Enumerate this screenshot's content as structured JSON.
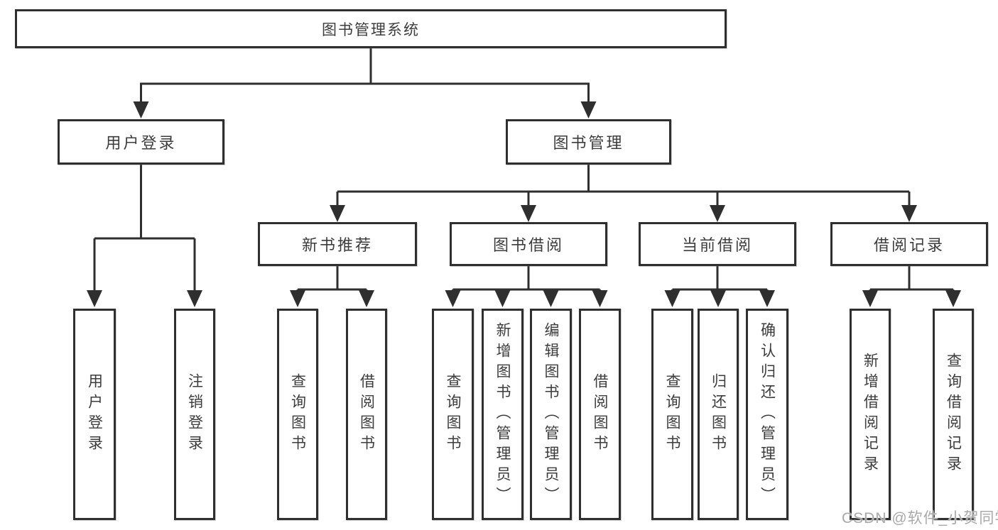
{
  "diagram": {
    "type": "tree",
    "title_node": "图书管理系统",
    "root": {
      "label": "图书管理系统"
    },
    "level2": [
      {
        "label": "用户登录",
        "parent": "图书管理系统"
      },
      {
        "label": "图书管理",
        "parent": "图书管理系统"
      }
    ],
    "level3": [
      {
        "label": "新书推荐",
        "parent": "图书管理"
      },
      {
        "label": "图书借阅",
        "parent": "图书管理"
      },
      {
        "label": "当前借阅",
        "parent": "图书管理"
      },
      {
        "label": "借阅记录",
        "parent": "图书管理"
      }
    ],
    "leaves": [
      {
        "label": "用户登录",
        "parent": "用户登录"
      },
      {
        "label": "注销登录",
        "parent": "用户登录"
      },
      {
        "label": "查询图书",
        "parent": "新书推荐"
      },
      {
        "label": "借阅图书",
        "parent": "新书推荐"
      },
      {
        "label": "查询图书",
        "parent": "图书借阅"
      },
      {
        "label": "新增图书（管理员）",
        "parent": "图书借阅"
      },
      {
        "label": "编辑图书（管理员）",
        "parent": "图书借阅"
      },
      {
        "label": "借阅图书",
        "parent": "图书借阅"
      },
      {
        "label": "查询图书",
        "parent": "当前借阅"
      },
      {
        "label": "归还图书",
        "parent": "当前借阅"
      },
      {
        "label": "确认归还（管理员）",
        "parent": "当前借阅"
      },
      {
        "label": "新增借阅记录",
        "parent": "借阅记录"
      },
      {
        "label": "查询借阅记录",
        "parent": "借阅记录"
      }
    ]
  },
  "colors": {
    "line": "#2f2f2f",
    "box_border": "#2f2f2f",
    "text": "#3c3c3c",
    "background": "#ffffff",
    "watermark": "#a9a9a9"
  },
  "watermark": {
    "text": "CSDN @软件_小贺同学"
  }
}
